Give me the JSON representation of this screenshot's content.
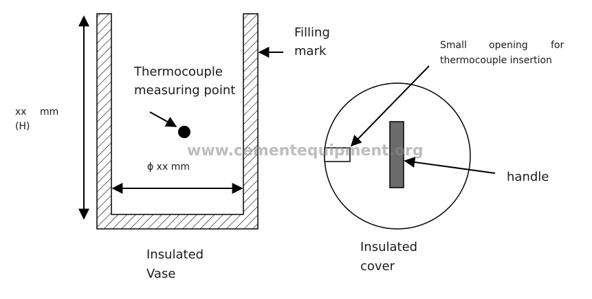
{
  "labels": {
    "thermocouple_line1": "Thermocouple",
    "thermocouple_line2": "measuring point",
    "filling_line1": "Filling",
    "filling_line2": "mark",
    "height_xx": "xx",
    "height_mm": "mm",
    "height_h": "(H)",
    "diameter": "ϕ xx mm",
    "vase_line1": "Insulated",
    "vase_line2": "Vase",
    "opening_w1": "Small",
    "opening_w2": "opening",
    "opening_w3": "for",
    "opening_line2": "thermocouple insertion",
    "handle": "handle",
    "cover_line1": "Insulated",
    "cover_line2": "cover"
  },
  "watermark": "www.cementequipment.org",
  "colors": {
    "line": "#000000",
    "handle_fill": "#6b6b6b",
    "text": "#1a1a1a",
    "watermark": "#8a8a8a"
  }
}
